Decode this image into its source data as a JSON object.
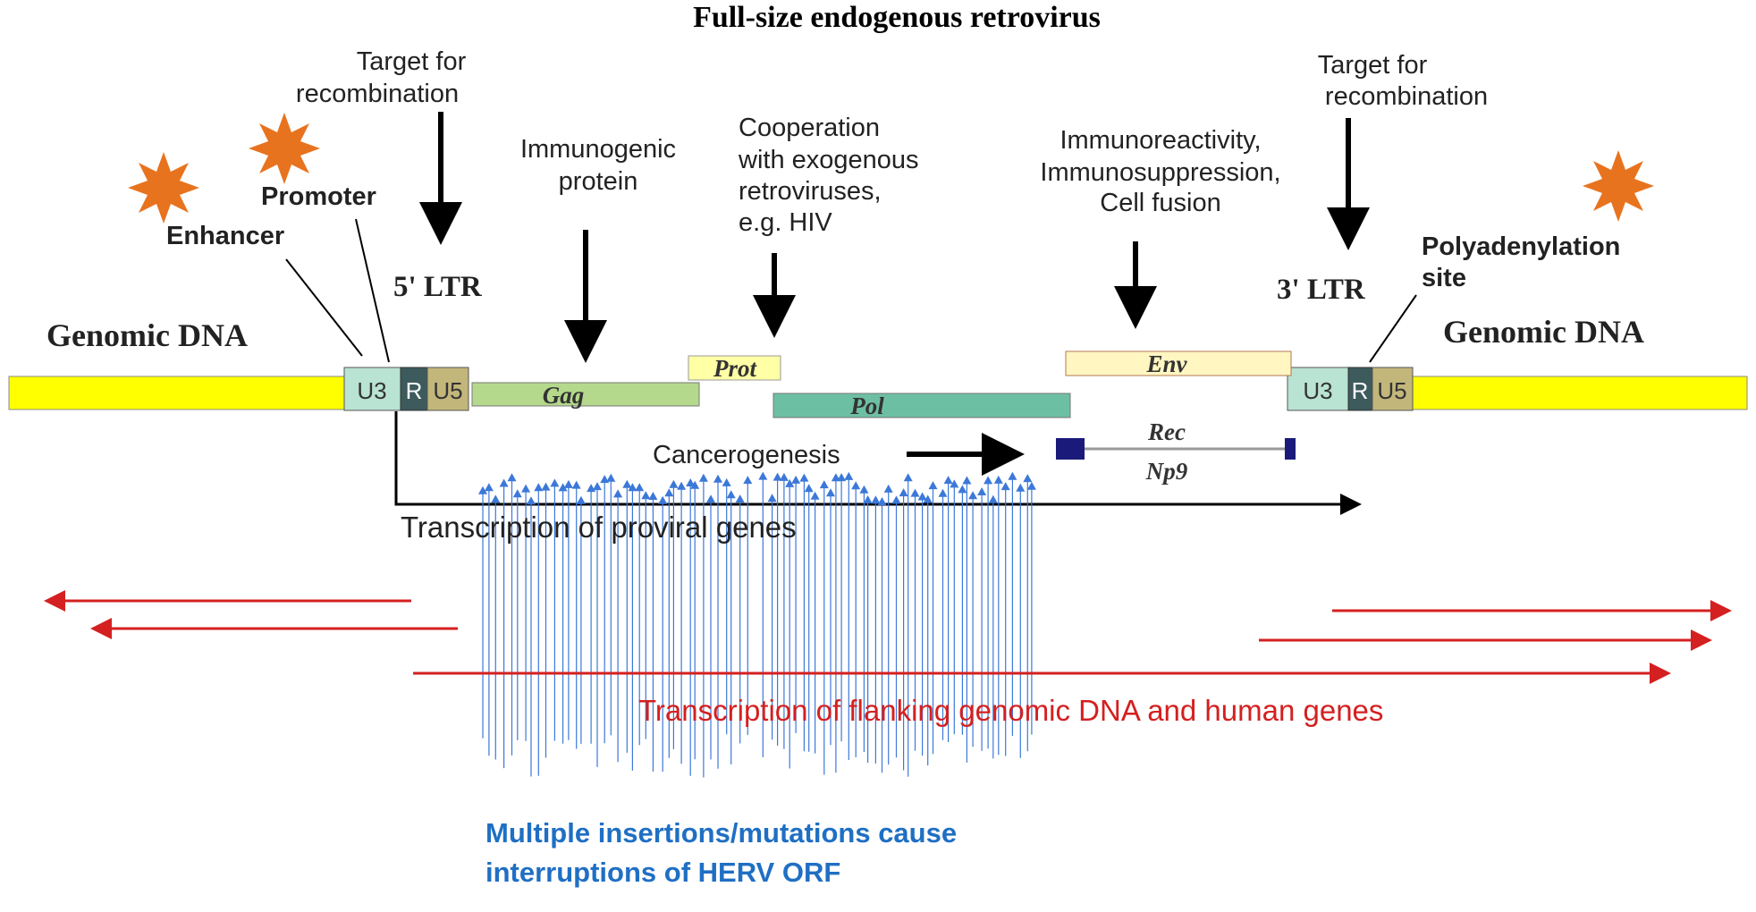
{
  "title": "Full-size endogenous retrovirus",
  "genomic_left": "Genomic DNA",
  "genomic_right": "Genomic DNA",
  "ltr5": {
    "name": "5' LTR",
    "u3": "U3",
    "r": "R",
    "u5": "U5"
  },
  "ltr3": {
    "name": "3' LTR",
    "u3": "U3",
    "r": "R",
    "u5": "U5"
  },
  "genes": {
    "gag": "Gag",
    "prot": "Prot",
    "pol": "Pol",
    "env": "Env",
    "rec": "Rec",
    "np9": "Np9"
  },
  "labels": {
    "enhancer": "Enhancer",
    "promoter": "Promoter",
    "polyadenylation": [
      "Polyadenylation",
      "site"
    ],
    "target_left": [
      "Target for",
      "recombination"
    ],
    "target_right": [
      "Target for",
      "recombination"
    ],
    "immunogenic": [
      "Immunogenic",
      "protein"
    ],
    "cooperation": [
      "Cooperation",
      "with exogenous",
      "retroviruses,",
      "e.g. HIV"
    ],
    "immunoreactivity": [
      "Immunoreactivity,",
      "Immunosuppression,",
      "Cell fusion"
    ],
    "cancerogenesis": "Cancerogenesis",
    "transcription_proviral": "Transcription of proviral genes",
    "transcription_flanking": "Transcription of flanking genomic DNA and human genes",
    "insertions": [
      "Multiple insertions/mutations cause",
      "interruptions of HERV ORF"
    ]
  },
  "colors": {
    "genomic": "#ffff00",
    "u3": "#b9e3d3",
    "r": "#3d5a5c",
    "u5": "#c2b67a",
    "gag": "#b5d98c",
    "prot": "#ffffa6",
    "pol": "#6dbfa3",
    "env": "#fff6c2",
    "rec": "#1a1a7a",
    "sun": "#e8731e",
    "red": "#d42020",
    "blue": "#3c78d8",
    "blue_text": "#1f6fc4"
  }
}
